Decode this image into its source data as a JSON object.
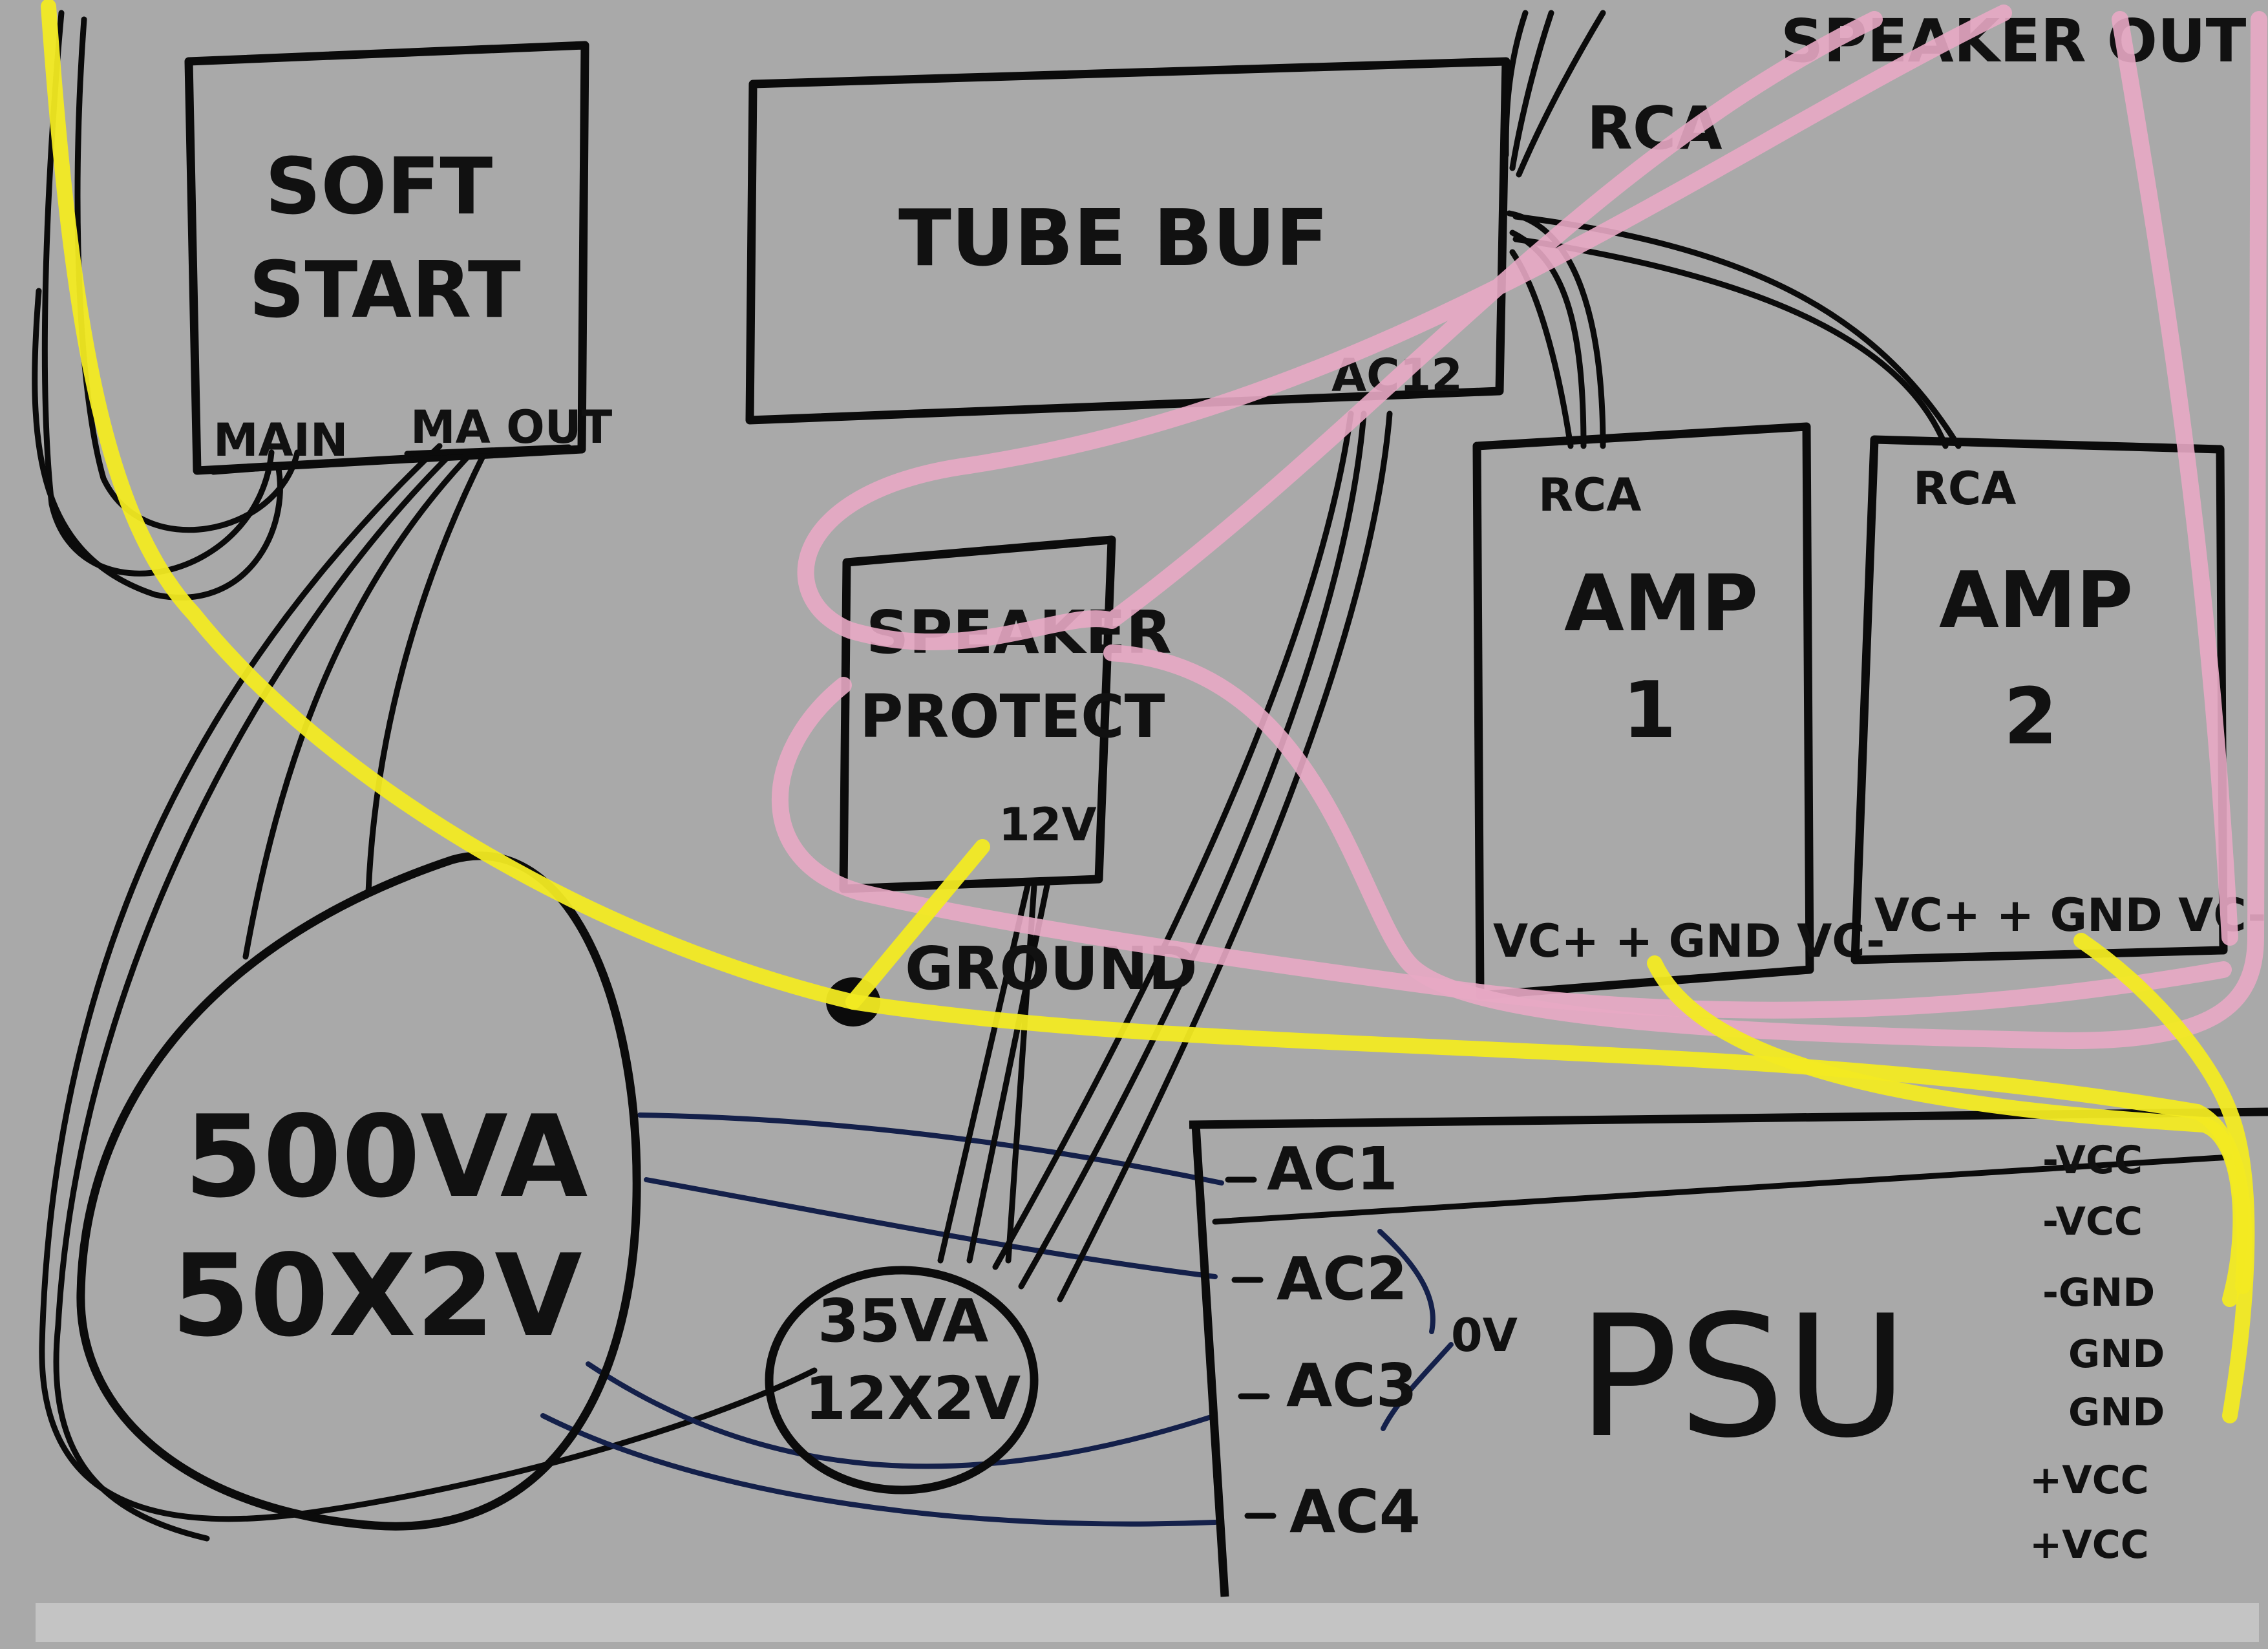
{
  "blocks": {
    "soft_start": {
      "line1": "SOFT",
      "line2": "START",
      "pin_main": "MAIN",
      "pin_out": "MA OUT"
    },
    "tube_buf": {
      "title": "TUBE BUF",
      "pin_ac12": "AC12",
      "rca": "RCA"
    },
    "speaker_out": "SPEAKER OUT",
    "speaker_protect": {
      "line1": "SPEAKER",
      "line2": "PROTECT",
      "pin_12v": "12V"
    },
    "ground": "GROUND",
    "amp1": {
      "title": "AMP",
      "number": "1",
      "rca": "RCA",
      "pins": "VC+ + GND VC-"
    },
    "amp2": {
      "title": "AMP",
      "number": "2",
      "rca": "RCA",
      "pins": "VC+ + GND VC-"
    },
    "transformer_main": {
      "line1": "500VA",
      "line2": "50X2V"
    },
    "transformer_small": {
      "line1": "35VA",
      "line2": "12X2V"
    },
    "psu": {
      "title": "PSU",
      "zero_v": "0V",
      "inputs": [
        "AC1",
        "AC2",
        "AC3",
        "AC4"
      ],
      "rails": [
        "-VCC",
        "-VCC",
        "-GND",
        "GND",
        "GND",
        "+VCC",
        "+VCC"
      ]
    }
  },
  "colors": {
    "paper": "#a9a9a9",
    "ink": "#0b0b0b",
    "wire_navy": "#14204a",
    "speaker_wire_pink": "#e8a8c4",
    "ground_wire_yellow": "#f2ea22"
  }
}
